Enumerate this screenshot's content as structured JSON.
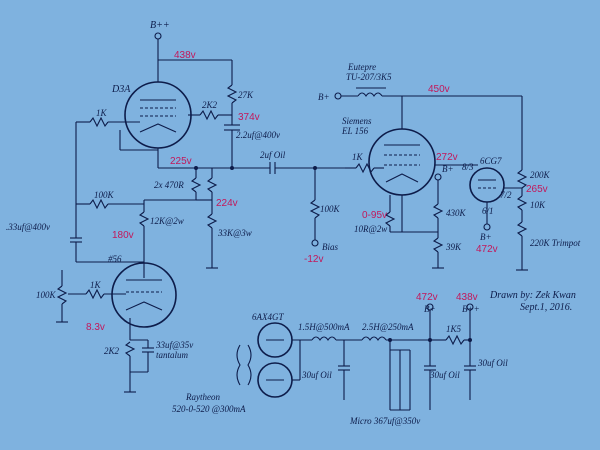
{
  "labels": {
    "bpp_top": "B++",
    "v438_top": "438v",
    "d3a": "D3A",
    "r27k": "27K",
    "r2k2_top": "2K2",
    "v374": "374v",
    "c22": "2.2uf@400v",
    "r1k_left": "1K",
    "v225": "225v",
    "c2uf": "2uf Oil",
    "r2x470": "2x 470R",
    "v224": "224v",
    "r100k_fb": "100K",
    "r12k": "12K@2w",
    "r33k": "33K@3w",
    "c33uf": ".33uf@400v",
    "v180": "180v",
    "t6_56": "#56",
    "pot100k": "100K",
    "r1k_56": "1K",
    "v83": "8.3v",
    "r2k2_56": "2K2",
    "c33t1": "33uf@35v",
    "c33t2": "tantalum",
    "r100k_grid": "100K",
    "bias": "Bias",
    "vm12": "-12v",
    "eutepre1": "Eutepre",
    "eutepre2": "TU-207/3K5",
    "bplus_ot": "B+",
    "v450": "450v",
    "siemens1": "Siemens",
    "siemens2": "EL 156",
    "r1k_el": "1K",
    "v272": "272v",
    "t6cg7": "6CG7",
    "p83": "8/3",
    "p61": "6/1",
    "p72": "7/2",
    "r200k": "200K",
    "v265": "265v",
    "r10k": "10K",
    "trim": "220K Trimpot",
    "bplus_mid": "B+",
    "r430k": "430K",
    "r39k": "39K",
    "v095": "0-95v",
    "r10r": "10R@2w",
    "bplus_cg": "B+",
    "v472_cg": "472v",
    "drawn1": "Drawn by: Zek Kwan",
    "drawn2": "Sept.1, 2016.",
    "v472_ps": "472v",
    "v438_ps": "438v",
    "bplus_ps": "B+",
    "bpp_ps": "B++",
    "t6ax4": "6AX4GT",
    "l15h": "1.5H@500mA",
    "l25h": "2.5H@250mA",
    "r1k5": "1K5",
    "c30_1": "30uf Oil",
    "c30_2": "30uf Oil",
    "c30_3": "30uf Oil",
    "micro": "Micro 367uf@350v",
    "ray1": "Raytheon",
    "ray2": "520-0-520 @300mA"
  }
}
